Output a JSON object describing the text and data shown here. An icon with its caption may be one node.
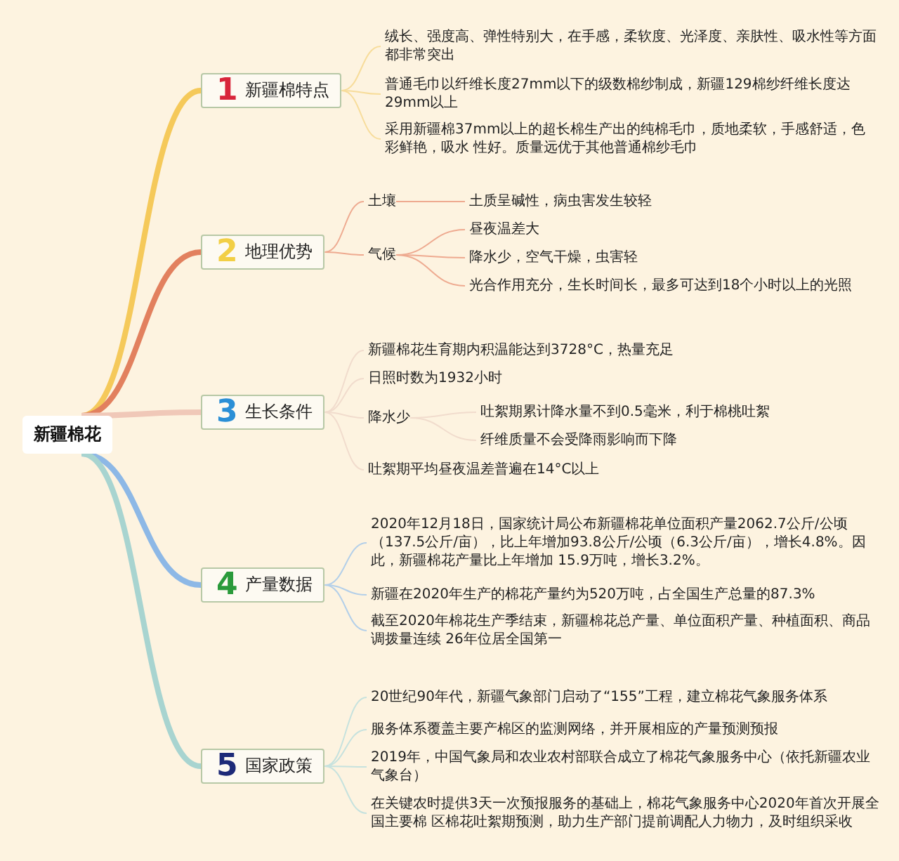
{
  "diagram": {
    "nodes": [
      {
        "text": [
          "新疆棉花"
        ]
      },
      {
        "text": [
          "1",
          "新疆棉特点"
        ]
      },
      {
        "text": [
          "绒长、强度高、弹性特别大，在手感，柔软度、光泽度、亲肤性、吸水性等方面都非常突出"
        ]
      },
      {
        "text": [
          "普通毛巾以纤维长度27mm以下的级数棉纱制成，新疆129棉纱纤维长度达29mm以上"
        ]
      },
      {
        "text": [
          "采用新疆棉37mm以上的超长棉生产出的纯棉毛巾，质地柔软，手感舒适，色彩鲜艳，吸水 性好。质量远优于其他普通棉纱毛巾"
        ]
      },
      {
        "text": [
          "2",
          "地理优势"
        ]
      },
      {
        "text": [
          "土壤"
        ]
      },
      {
        "text": [
          "土质呈碱性，病虫害发生较轻"
        ]
      },
      {
        "text": [
          "气候"
        ]
      },
      {
        "text": [
          "昼夜温差大"
        ]
      },
      {
        "text": [
          "降水少，空气干燥，虫害轻"
        ]
      },
      {
        "text": [
          "光合作用充分，生长时间长，最多可达到18个小时以上的光照"
        ]
      },
      {
        "text": [
          "3",
          "生长条件"
        ]
      },
      {
        "text": [
          "新疆棉花生育期内积温能达到3728°C，热量充足"
        ]
      },
      {
        "text": [
          "日照时数为1932小时"
        ]
      },
      {
        "text": [
          "降水少"
        ]
      },
      {
        "text": [
          "吐絮期累计降水量不到0.5毫米，利于棉桃吐絮"
        ]
      },
      {
        "text": [
          "纤维质量不会受降雨影响而下降"
        ]
      },
      {
        "text": [
          "吐絮期平均昼夜温差普遍在14°C以上"
        ]
      },
      {
        "text": [
          "4",
          "产量数据"
        ]
      },
      {
        "text": [
          "2020年12月18日，国家统计局公布新疆棉花单位面积产量2062.7公斤/公顷（137.5公斤/亩），比上年增加93.8公斤/公顷（6.3公斤/亩），增长4.8%。因此，新疆棉花产量比上年增加 15.9万吨，增长3.2%。"
        ]
      },
      {
        "text": [
          "新疆在2020年生产的棉花产量约为520万吨，占全国生产总量的87.3%"
        ]
      },
      {
        "text": [
          "截至2020年棉花生产季结束，新疆棉花总产量、单位面积产量、种植面积、商品调拨量连续 26年位居全国第一"
        ]
      },
      {
        "text": [
          "5",
          "国家政策"
        ]
      },
      {
        "text": [
          "20世纪90年代，新疆气象部门启动了“155”工程，建立棉花气象服务体系"
        ]
      },
      {
        "text": [
          "服务体系覆盖主要产棉区的监测网络，并开展相应的产量预测预报"
        ]
      },
      {
        "text": [
          "2019年，中国气象局和农业农村部联合成立了棉花气象服务中心（依托新疆农业气象台）"
        ]
      },
      {
        "text": [
          "在关键农时提供3天一次预报服务的基础上，棉花气象服务中心2020年首次开展全国主要棉 区棉花吐絮期预测，助力生产部门提前调配人力物力，及时组织采收"
        ]
      }
    ],
    "edges": [
      {
        "from": 0,
        "to": 1,
        "arrow": "none",
        "style": "thick",
        "color": "#f5c95a"
      },
      {
        "from": 1,
        "to": 2,
        "arrow": "none",
        "color": "#f7dc9a"
      },
      {
        "from": 1,
        "to": 3,
        "arrow": "none",
        "color": "#f7dc9a"
      },
      {
        "from": 1,
        "to": 4,
        "arrow": "none",
        "color": "#f7dc9a"
      },
      {
        "from": 0,
        "to": 5,
        "arrow": "none",
        "style": "thick",
        "color": "#e2805e"
      },
      {
        "from": 5,
        "to": 6,
        "arrow": "none",
        "color": "#eeaa90"
      },
      {
        "from": 6,
        "to": 7,
        "arrow": "none",
        "color": "#eeaa90"
      },
      {
        "from": 5,
        "to": 8,
        "arrow": "none",
        "color": "#eeaa90"
      },
      {
        "from": 8,
        "to": 9,
        "arrow": "none",
        "color": "#eeaa90"
      },
      {
        "from": 8,
        "to": 10,
        "arrow": "none",
        "color": "#eeaa90"
      },
      {
        "from": 8,
        "to": 11,
        "arrow": "none",
        "color": "#eeaa90"
      },
      {
        "from": 0,
        "to": 12,
        "arrow": "none",
        "style": "thick",
        "color": "#f0c8b8"
      },
      {
        "from": 12,
        "to": 13,
        "arrow": "none",
        "color": "#f1dccd"
      },
      {
        "from": 12,
        "to": 14,
        "arrow": "none",
        "color": "#f1dccd"
      },
      {
        "from": 12,
        "to": 15,
        "arrow": "none",
        "color": "#f1dccd"
      },
      {
        "from": 15,
        "to": 16,
        "arrow": "none",
        "color": "#f1dccd"
      },
      {
        "from": 15,
        "to": 17,
        "arrow": "none",
        "color": "#f1dccd"
      },
      {
        "from": 12,
        "to": 18,
        "arrow": "none",
        "color": "#f1dccd"
      },
      {
        "from": 0,
        "to": 19,
        "arrow": "none",
        "style": "thick",
        "color": "#8db8e6"
      },
      {
        "from": 19,
        "to": 20,
        "arrow": "none",
        "color": "#b3cfe9"
      },
      {
        "from": 19,
        "to": 21,
        "arrow": "none",
        "color": "#b3cfe9"
      },
      {
        "from": 19,
        "to": 22,
        "arrow": "none",
        "color": "#b3cfe9"
      },
      {
        "from": 0,
        "to": 23,
        "arrow": "none",
        "style": "thick",
        "color": "#a8d4d0"
      },
      {
        "from": 23,
        "to": 24,
        "arrow": "none",
        "color": "#c6e2de"
      },
      {
        "from": 23,
        "to": 25,
        "arrow": "none",
        "color": "#c6e2de"
      },
      {
        "from": 23,
        "to": 26,
        "arrow": "none",
        "color": "#c6e2de"
      },
      {
        "from": 23,
        "to": 27,
        "arrow": "none",
        "color": "#c6e2de"
      }
    ]
  }
}
